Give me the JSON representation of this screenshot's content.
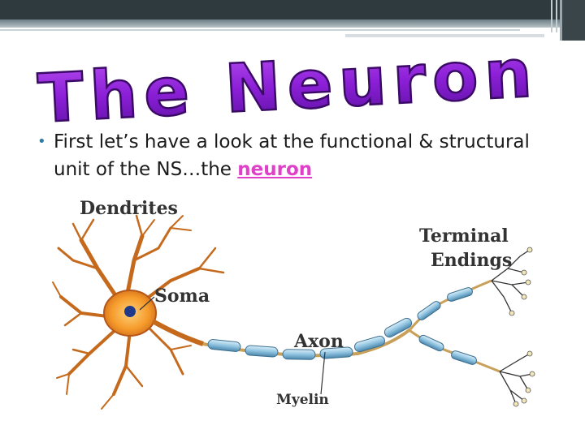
{
  "slide": {
    "title": "The Neuron",
    "bullet_text": "First let’s have a look at the functional & structural unit of the NS…the ",
    "bullet_highlight": "neuron"
  },
  "diagram": {
    "labels": {
      "dendrites": "Dendrites",
      "soma": "Soma",
      "axon": "Axon",
      "myelin": "Myelin",
      "terminal_line1": "Terminal",
      "terminal_line2": "Endings"
    }
  },
  "colors": {
    "title_fill": "#8b1fd6",
    "bullet_accent": "#2c7fa8",
    "highlight": "#e040c8",
    "dendrite": "#c56a1d",
    "myelin": "#8fc3e0"
  }
}
